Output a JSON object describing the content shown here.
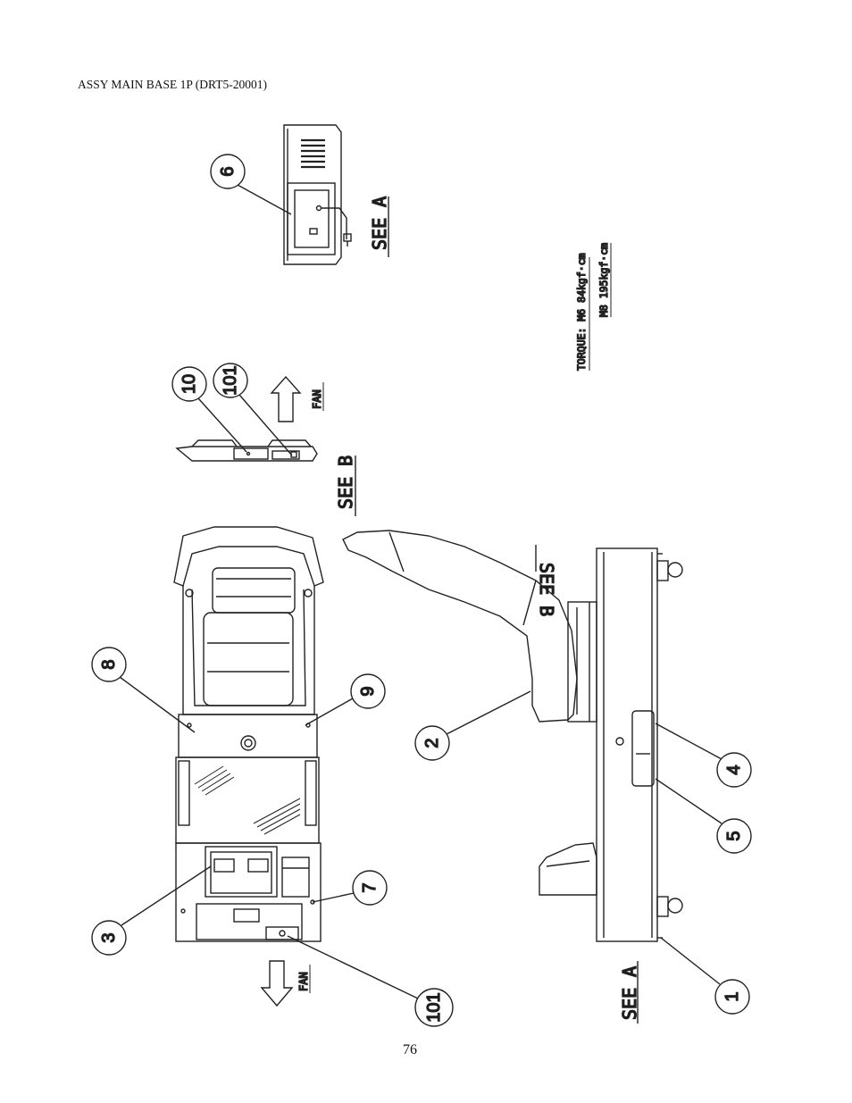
{
  "header": {
    "title": "ASSY MAIN BASE 1P (DRT5-20001)"
  },
  "page": {
    "number": "76"
  },
  "views": {
    "see_a": "SEE A",
    "see_b": "SEE B",
    "see_b_mirror": "SEE B",
    "see_a_bottom": "SEE A"
  },
  "airflow": {
    "fan_top": "FAN",
    "fan_bottom": "FAN"
  },
  "torque": {
    "line1": "TORQUE: M6 84kgf·cm",
    "line2": "M8 195kgf·cm"
  },
  "callouts": {
    "c6": "6",
    "c10": "10",
    "c101a": "101",
    "c8": "8",
    "c9": "9",
    "c2": "2",
    "c3": "3",
    "c7": "7",
    "c101b": "101",
    "c4": "4",
    "c5": "5",
    "c1": "1"
  }
}
